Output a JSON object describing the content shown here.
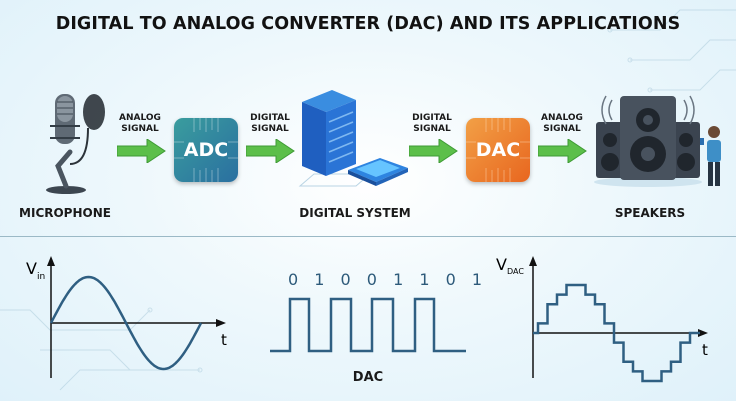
{
  "title": "DIGITAL TO ANALOG CONVERTER (DAC) AND ITS APPLICATIONS",
  "pipeline": {
    "nodes": [
      {
        "id": "microphone",
        "label": "MICROPHONE"
      },
      {
        "id": "adc",
        "label": "ADC"
      },
      {
        "id": "digital-system",
        "label": "DIGITAL SYSTEM"
      },
      {
        "id": "dac",
        "label": "DAC"
      },
      {
        "id": "speakers",
        "label": "SPEAKERS"
      }
    ],
    "arrows": [
      {
        "line1": "ANALOG",
        "line2": "SIGNAL"
      },
      {
        "line1": "DIGITAL",
        "line2": "SIGNAL"
      },
      {
        "line1": "DIGITAL",
        "line2": "SIGNAL"
      },
      {
        "line1": "ANALOG",
        "line2": "SIGNAL"
      }
    ]
  },
  "waveforms": {
    "input": {
      "y_label": "V",
      "y_sub": "in",
      "x_label": "t"
    },
    "digital": {
      "bits": "0 1 0 0 1 1 0 1",
      "caption": "DAC"
    },
    "output": {
      "y_label": "V",
      "y_sub": "DAC",
      "x_label": "t"
    }
  },
  "colors": {
    "arrow": "#5cbf4a",
    "wave": "#2f5f82",
    "adc": "#2f86a0",
    "dac": "#ec7a2a"
  }
}
